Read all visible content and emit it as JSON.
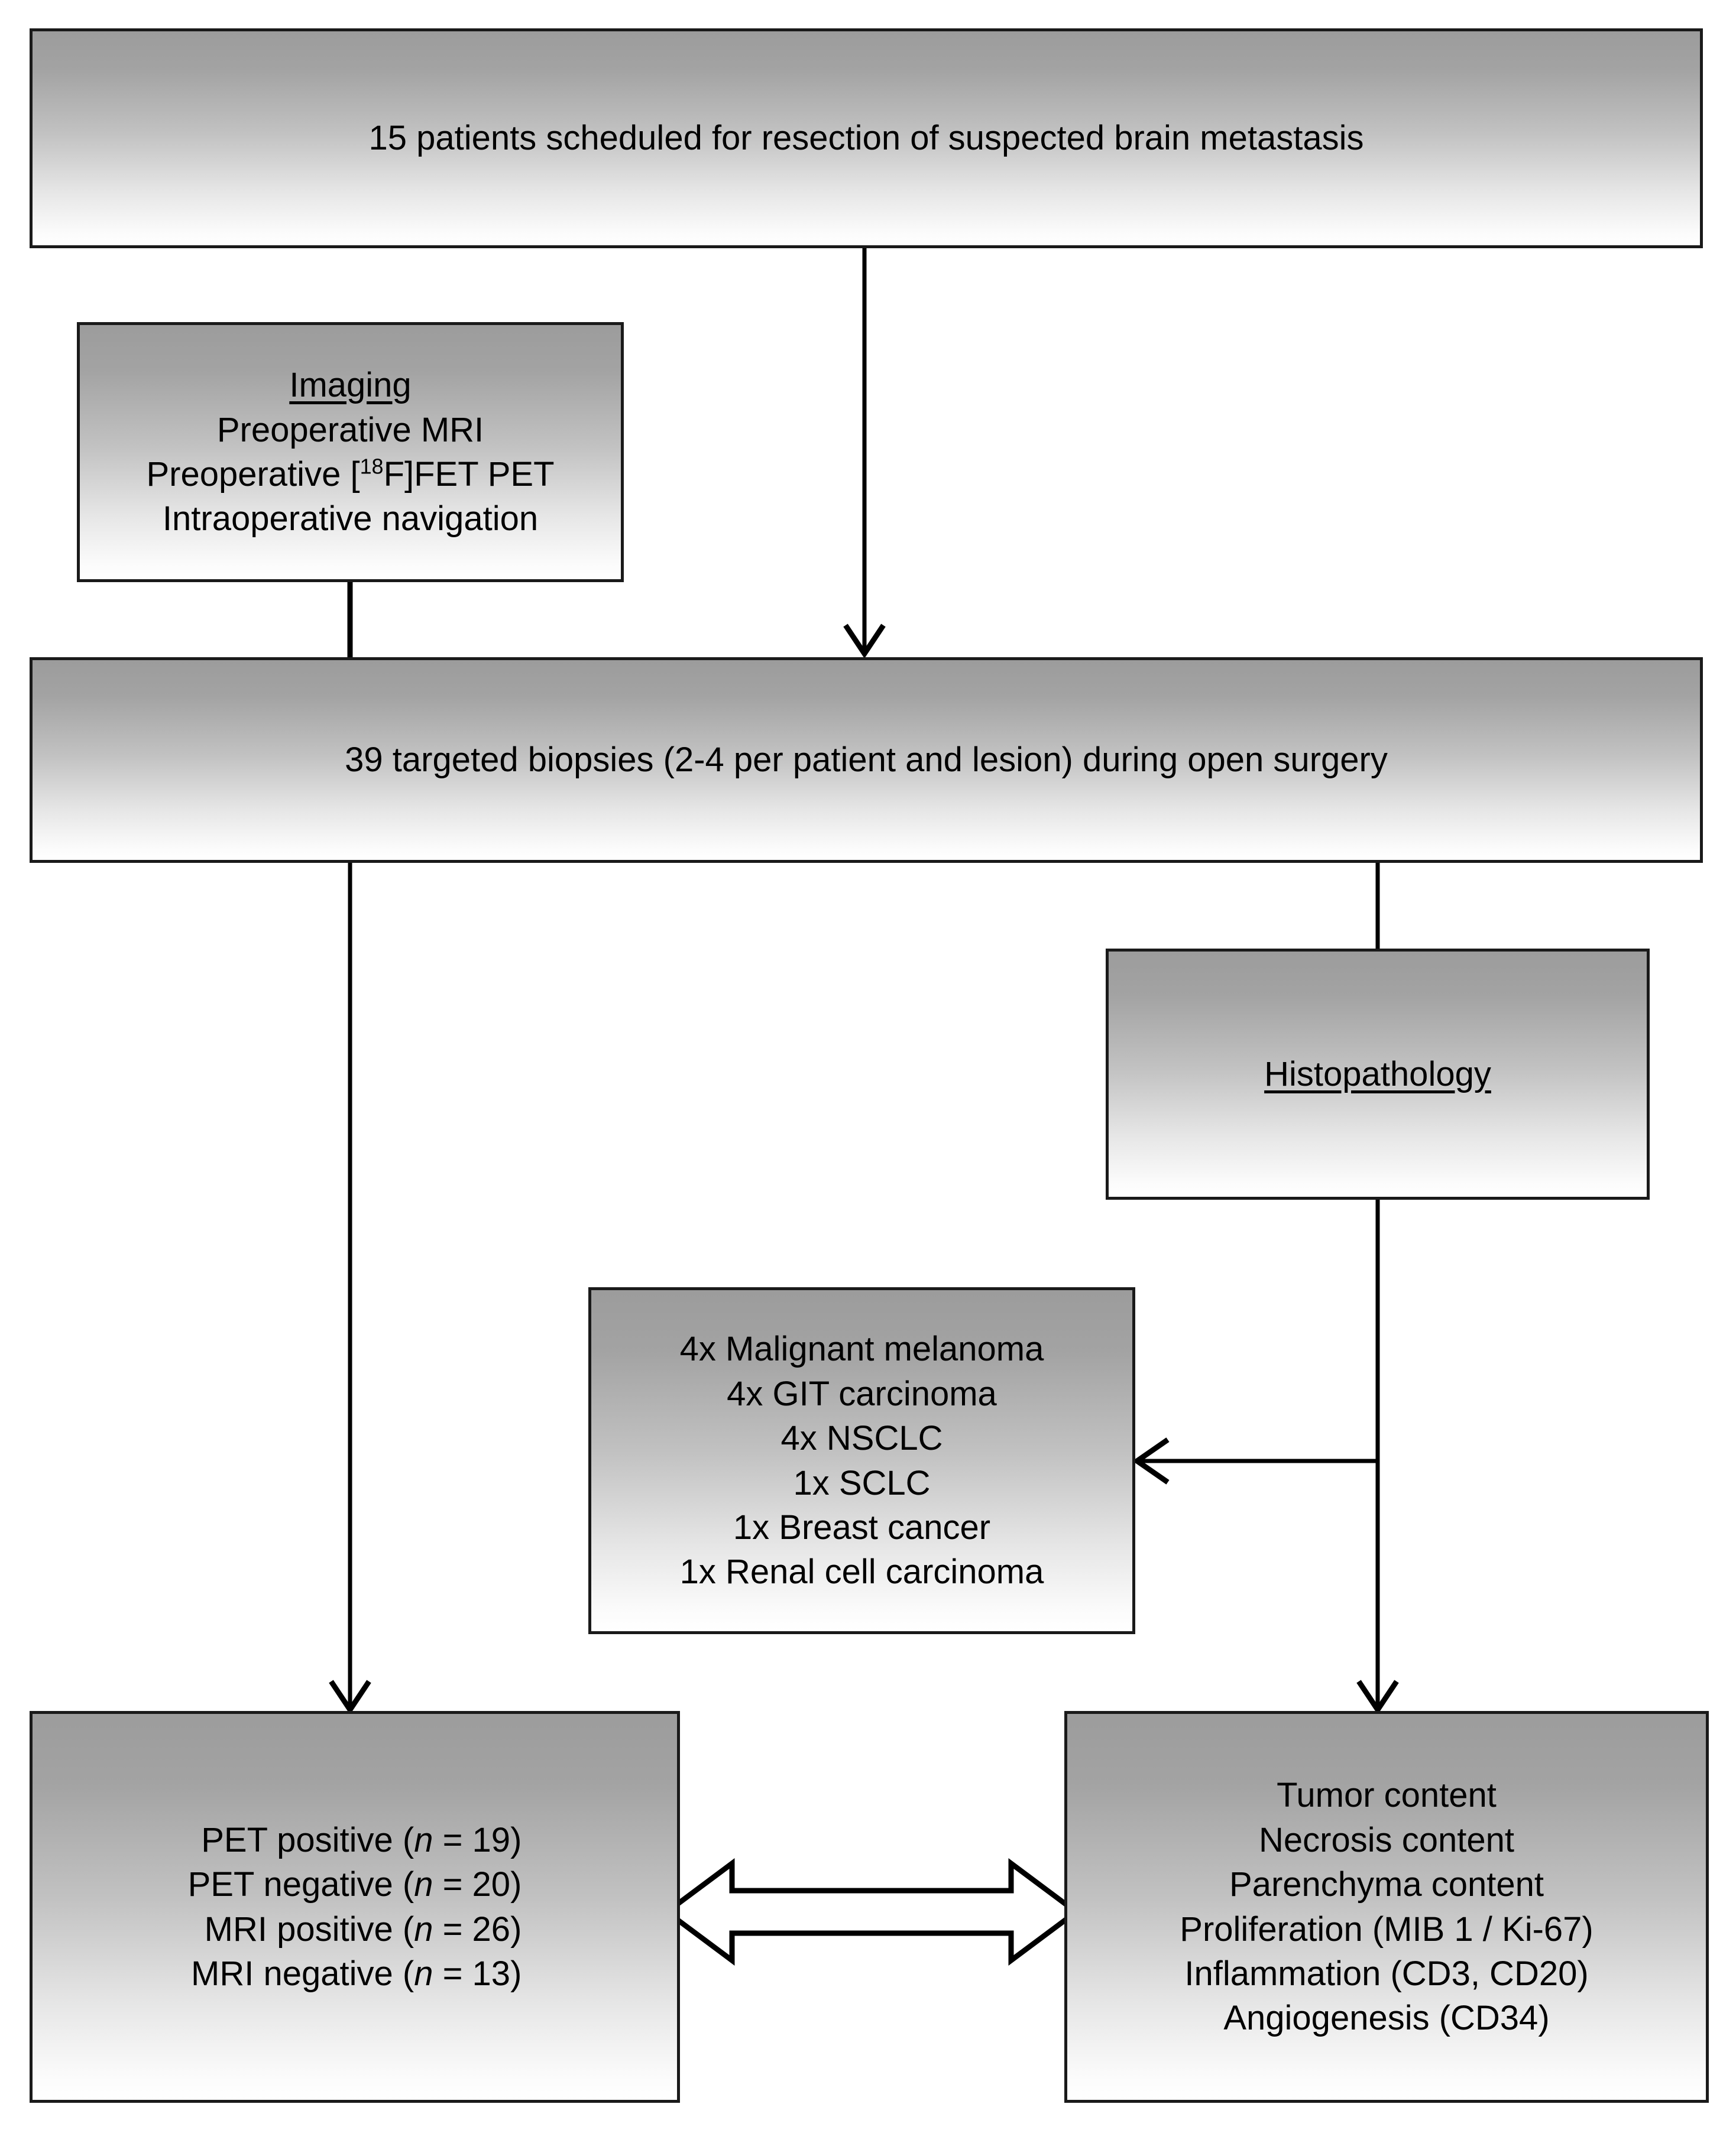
{
  "diagram": {
    "title": "Study flowchart of targeted biopsies in suspected brain metastasis",
    "type": "flowchart",
    "palette": {
      "box_border": "#1a1a1a",
      "box_fill_top": "#9c9c9c",
      "box_fill_bottom": "#ffffff",
      "connector": "#000000",
      "page_background": "#ffffff"
    }
  },
  "nodes": {
    "cohort": {
      "text": "15 patients scheduled for resection of suspected brain metastasis"
    },
    "imaging": {
      "heading": "Imaging",
      "lines": [
        "Preoperative MRI",
        "Intraoperative navigation"
      ],
      "pet_line_prefix": "Preoperative [",
      "pet_line_isotope": "18",
      "pet_line_suffix": "F]FET PET"
    },
    "biopsies": {
      "text": "39 targeted biopsies (2-4 per patient and lesion) during open surgery"
    },
    "histopathology": {
      "heading": "Histopathology"
    },
    "tumor_types": {
      "lines": [
        "4x Malignant melanoma",
        "4x GIT carcinoma",
        "4x NSCLC",
        "1x SCLC",
        "1x Breast cancer",
        "1x Renal cell carcinoma"
      ]
    },
    "imaging_results": {
      "rows": [
        {
          "label": "PET positive (",
          "n_symbol": "n",
          "value": " = 19)"
        },
        {
          "label": "PET negative (",
          "n_symbol": "n",
          "value": " = 20)"
        },
        {
          "label": "MRI positive (",
          "n_symbol": "n",
          "value": " = 26)"
        },
        {
          "label": "MRI negative (",
          "n_symbol": "n",
          "value": " = 13)"
        }
      ]
    },
    "histology_results": {
      "lines": [
        "Tumor content",
        "Necrosis content",
        "Parenchyma content",
        "Proliferation (MIB 1 / Ki-67)",
        "Inflammation (CD3, CD20)",
        "Angiogenesis (CD34)"
      ]
    }
  },
  "edges": [
    {
      "name": "cohort-to-biopsies",
      "from": "cohort",
      "to": "biopsies",
      "style": "arrow-down"
    },
    {
      "name": "imaging-to-biopsies",
      "from": "imaging",
      "to": "biopsies",
      "style": "plain-line-down"
    },
    {
      "name": "biopsies-to-imaging-res",
      "from": "biopsies",
      "to": "imaging_results",
      "style": "arrow-down"
    },
    {
      "name": "biopsies-to-histopathology",
      "from": "biopsies",
      "to": "histopathology",
      "style": "plain-line-down"
    },
    {
      "name": "histopathology-to-tumor-types",
      "from": "histopathology",
      "to": "tumor_types",
      "style": "arrow-left"
    },
    {
      "name": "histopathology-to-histology-res",
      "from": "histopathology",
      "to": "histology_results",
      "style": "arrow-down"
    },
    {
      "name": "imaging-res-histology-res",
      "from": "imaging_results",
      "to": "histology_results",
      "style": "double-headed-block-arrow"
    }
  ]
}
